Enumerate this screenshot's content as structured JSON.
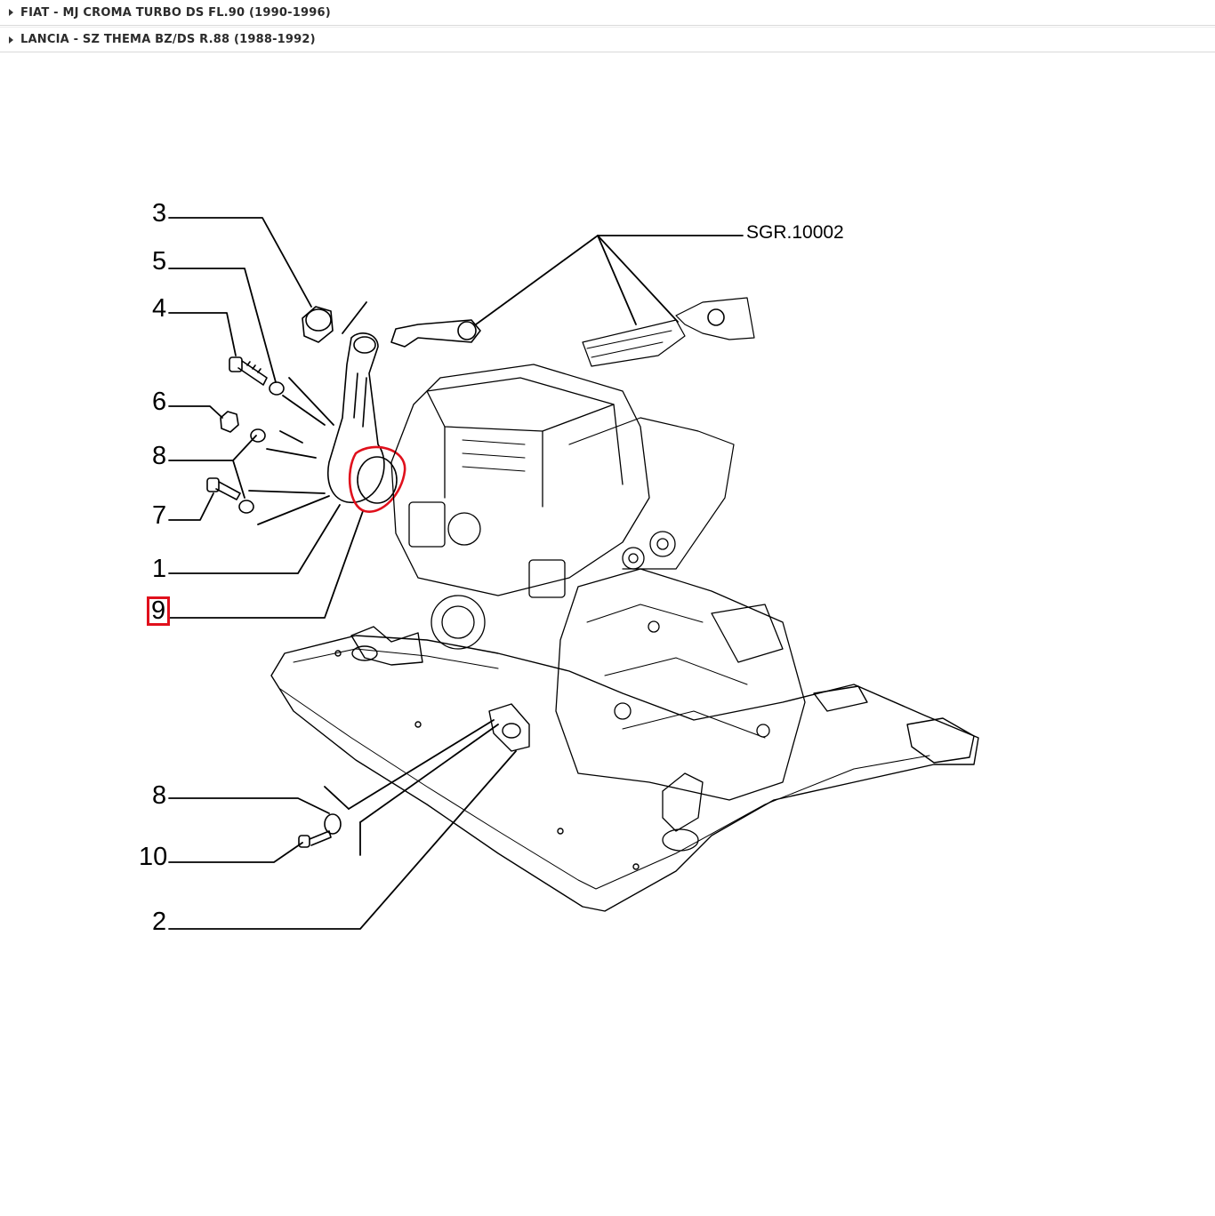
{
  "tree": [
    {
      "label": "FIAT - MJ CROMA TURBO DS FL.90 (1990-1996)"
    },
    {
      "label": "LANCIA - SZ THEMA BZ/DS R.88 (1988-1992)"
    }
  ],
  "diagram": {
    "reference": "SGR.10002",
    "highlight_color": "#e0101c",
    "callouts": {
      "c3": "3",
      "c5": "5",
      "c4": "4",
      "c6": "6",
      "c8a": "8",
      "c7": "7",
      "c1": "1",
      "c9": "9",
      "c8b": "8",
      "c10": "10",
      "c2": "2"
    },
    "highlighted_part": "9"
  }
}
